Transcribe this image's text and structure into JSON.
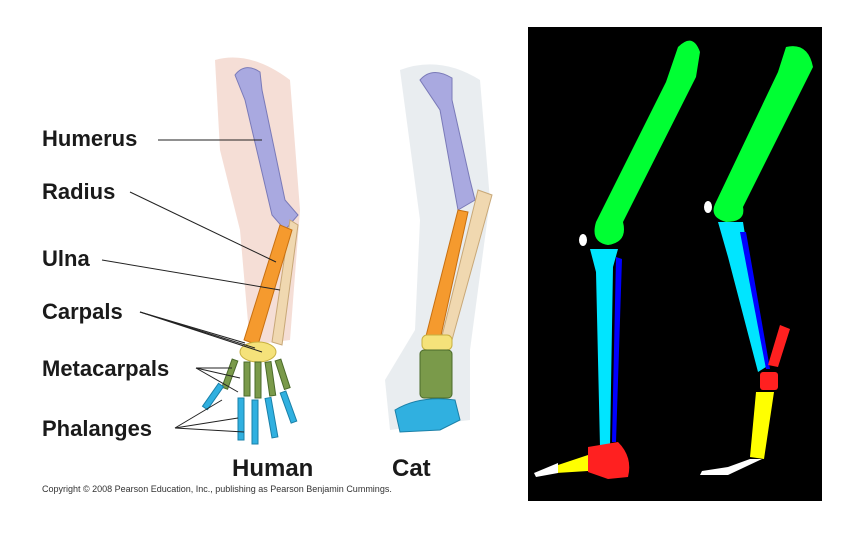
{
  "labels": {
    "humerus": "Humerus",
    "radius": "Radius",
    "ulna": "Ulna",
    "carpals": "Carpals",
    "metacarpals": "Metacarpals",
    "phalanges": "Phalanges"
  },
  "captions": {
    "human": "Human",
    "cat": "Cat"
  },
  "copyright": "Copyright © 2008 Pearson Education, Inc., publishing as Pearson Benjamin Cummings.",
  "colors": {
    "humerus": "#a9a9e0",
    "radius": "#f59a2e",
    "ulna": "#f0d8b0",
    "carpals": "#f5e27a",
    "metacarpals": "#7a9a4a",
    "phalanges": "#30b0e0",
    "leg_femur": "#00ff33",
    "leg_tibia": "#00e5ff",
    "leg_fibula": "#0000ff",
    "leg_tarsal": "#ff2020",
    "leg_metatarsal": "#ffff00"
  }
}
